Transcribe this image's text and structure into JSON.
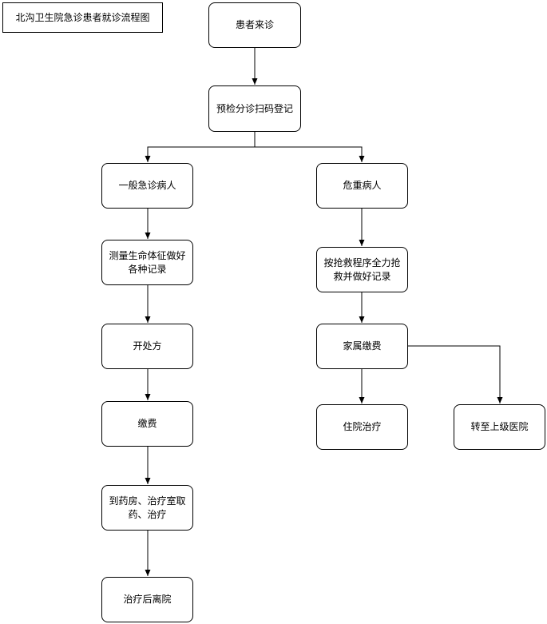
{
  "title": "北沟卫生院急诊患者就诊流程图",
  "nodes": {
    "patient_arrive": "患者来诊",
    "triage": "预检分诊扫码登记",
    "general": "一般急诊病人",
    "critical": "危重病人",
    "vitals": "测量生命体征做好各种记录",
    "rescue": "按抢救程序全力抢救并做好记录",
    "prescribe": "开处方",
    "family_pay": "家属缴费",
    "pay": "缴费",
    "hospitalize": "住院治疗",
    "transfer": "转至上级医院",
    "pharmacy": "到药房、治疗室取药、治疗",
    "discharge": "治疗后离院"
  },
  "colors": {
    "stroke": "#000000",
    "fill": "#ffffff"
  }
}
